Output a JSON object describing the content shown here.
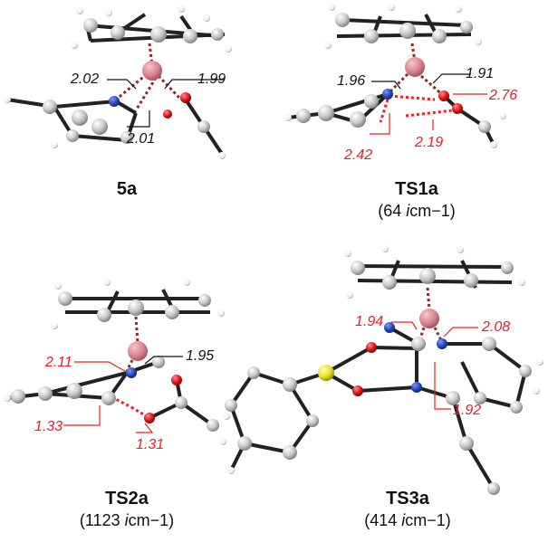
{
  "panels": [
    {
      "id": "5a",
      "name": "5a",
      "freq": null,
      "distances": [
        {
          "text": "2.02",
          "color": "black"
        },
        {
          "text": "1.99",
          "color": "black"
        },
        {
          "text": "2.01",
          "color": "black"
        }
      ]
    },
    {
      "id": "TS1a",
      "name": "TS1a",
      "freq": {
        "pre": "(64 ",
        "italic": "i",
        "post": "cm−1)"
      },
      "distances": [
        {
          "text": "1.96",
          "color": "black"
        },
        {
          "text": "1.91",
          "color": "black"
        },
        {
          "text": "2.76",
          "color": "red"
        },
        {
          "text": "2.42",
          "color": "red"
        },
        {
          "text": "2.19",
          "color": "red"
        }
      ]
    },
    {
      "id": "TS2a",
      "name": "TS2a",
      "freq": {
        "pre": "(1123 ",
        "italic": "i",
        "post": "cm−1)"
      },
      "distances": [
        {
          "text": "2.11",
          "color": "red"
        },
        {
          "text": "1.95",
          "color": "black"
        },
        {
          "text": "1.33",
          "color": "red"
        },
        {
          "text": "1.31",
          "color": "red"
        }
      ]
    },
    {
      "id": "TS3a",
      "name": "TS3a",
      "freq": {
        "pre": "(414 ",
        "italic": "i",
        "post": "cm−1)"
      },
      "distances": [
        {
          "text": "1.94",
          "color": "red"
        },
        {
          "text": "2.08",
          "color": "red"
        },
        {
          "text": "1.92",
          "color": "red"
        }
      ]
    }
  ],
  "colors": {
    "carbon": "#c4c4c4",
    "hydrogen": "#f2f2f2",
    "cobalt": "#d9828e",
    "nitrogen": "#2448b8",
    "oxygen": "#dd1111",
    "sulfur": "#e8e020",
    "bond": "#222222",
    "red_label": "#e8202a",
    "black_label": "#111111"
  }
}
